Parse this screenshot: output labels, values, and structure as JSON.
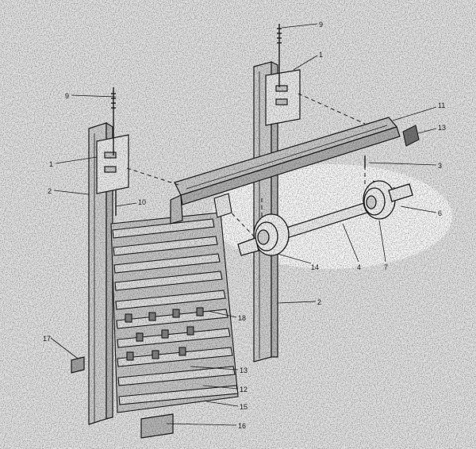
{
  "diagram": {
    "colors": {
      "background": "#e9e9e9",
      "ink": "#1e1e1e",
      "highlight": "#ffffff",
      "shade": "#bdbdbd"
    },
    "labels": {
      "p1_top": "1",
      "p1_left": "1",
      "p2_left": "2",
      "p2_right": "2",
      "p3": "3",
      "p4": "4",
      "p6": "6",
      "p7": "7",
      "p9_top": "9",
      "p9_left": "9",
      "p10": "10",
      "p11": "11",
      "p12": "12",
      "p13_top": "13",
      "p13_bottom": "13",
      "p14": "14",
      "p15": "15",
      "p16": "16",
      "p17": "17",
      "p18": "18"
    }
  }
}
